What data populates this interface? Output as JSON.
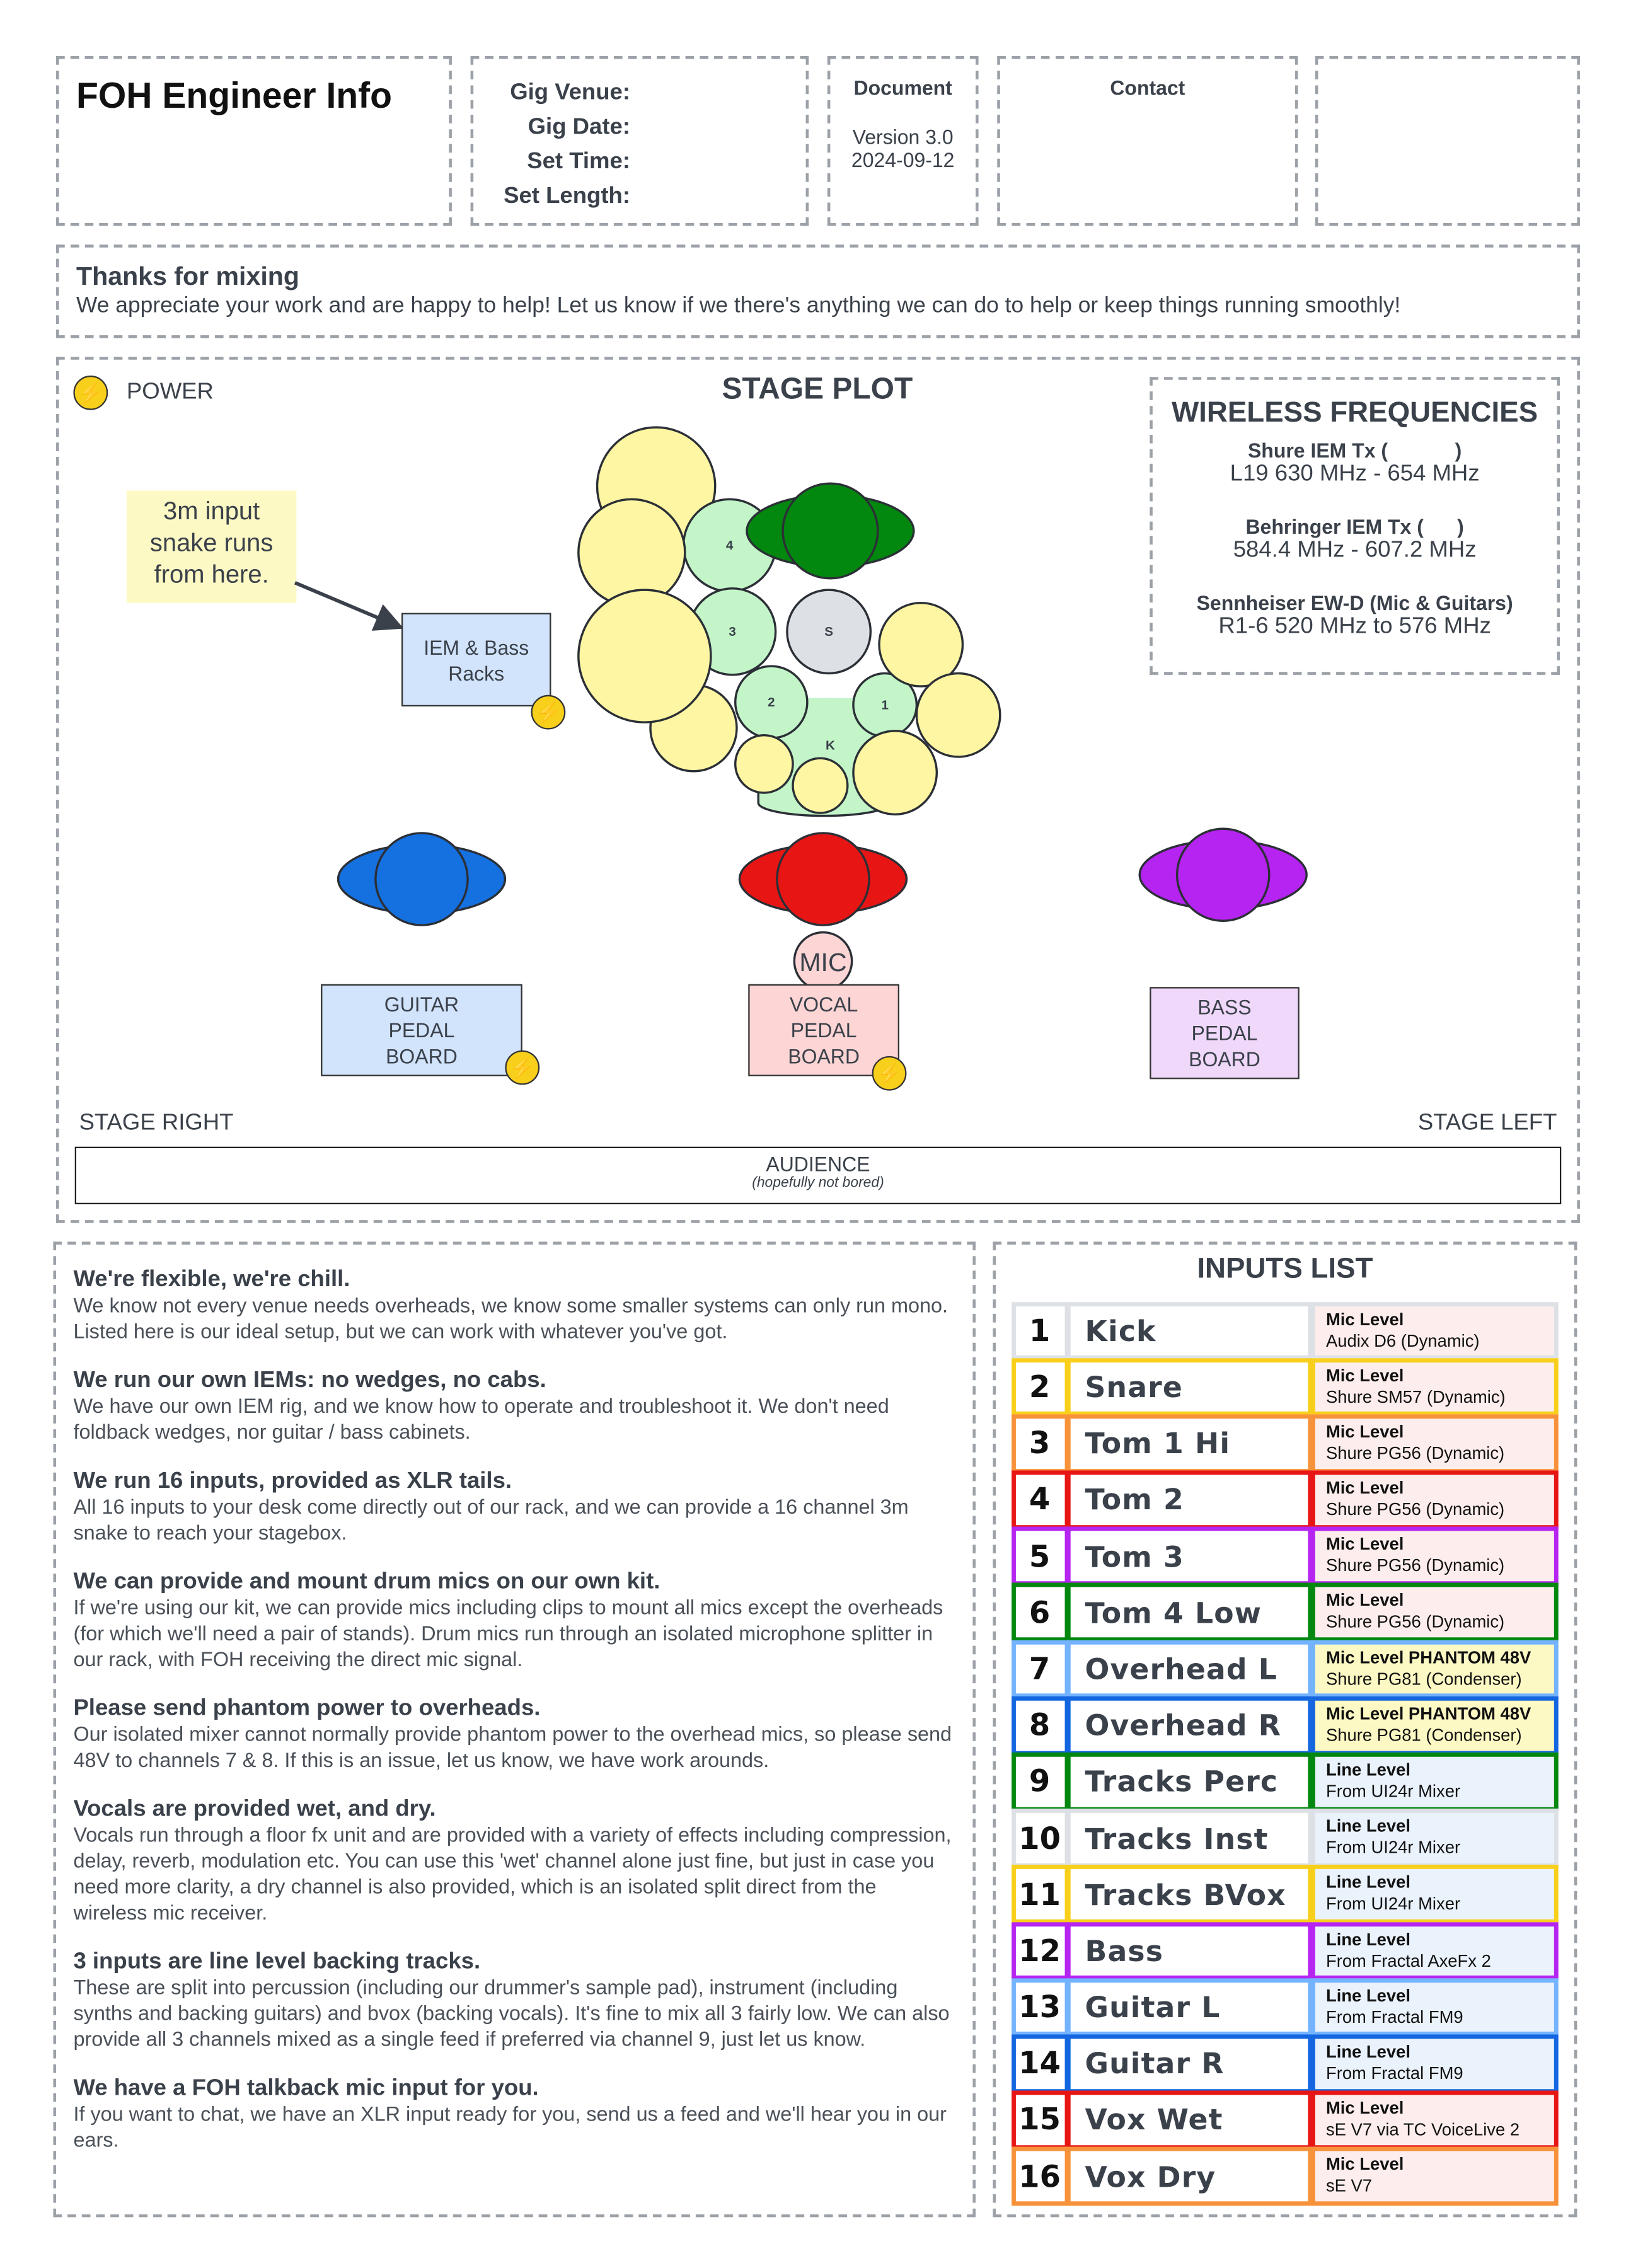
{
  "header": {
    "title": "FOH Engineer Info",
    "gig_labels": [
      "Gig Venue:",
      "Gig Date:",
      "Set Time:",
      "Set Length:"
    ],
    "document_label": "Document",
    "version": "Version 3.0",
    "date": "2024-09-12",
    "contact_label": "Contact"
  },
  "thanks": {
    "title": "Thanks for mixing",
    "body": "We appreciate your work and are happy to help!  Let us know if we there's anything we can do to help or keep things running smoothly!"
  },
  "stage": {
    "power_label": "POWER",
    "title": "STAGE PLOT",
    "note": "3m input snake runs from here.",
    "iem_rack": "IEM & Bass\nRacks",
    "drum_labels": {
      "tom4": "4",
      "tom3": "3",
      "snare": "S",
      "tom2": "2",
      "tom1": "1",
      "kick": "K"
    },
    "mic_label": "MIC",
    "guitar_board": "GUITAR\nPEDAL\nBOARD",
    "vocal_board": "VOCAL\nPEDAL\nBOARD",
    "bass_board": "BASS\nPEDAL\nBOARD",
    "stage_right": "STAGE RIGHT",
    "stage_left": "STAGE LEFT",
    "audience": "AUDIENCE",
    "audience_sub": "(hopefully not bored)",
    "colors": {
      "drummer": "#02870f",
      "guitar": "#1570e0",
      "vocal": "#e81515",
      "bass": "#b524f0"
    }
  },
  "wireless": {
    "title": "WIRELESS FREQUENCIES",
    "items": [
      {
        "name": "Shure IEM Tx (            )",
        "range": "L19 630 MHz - 654 MHz"
      },
      {
        "name": "Behringer IEM Tx (      )",
        "range": "584.4 MHz - 607.2 MHz"
      },
      {
        "name": "Sennheiser EW-D (Mic & Guitars)",
        "range": "R1-6 520 MHz to 576 MHz"
      }
    ]
  },
  "notes": [
    {
      "title": "We're flexible, we're chill.",
      "body": "We know not every venue needs overheads, we know some smaller systems can only run mono. Listed here is our ideal setup, but we can work with whatever you've got."
    },
    {
      "title": "We run our own IEMs: no wedges, no cabs.",
      "body": "We have our own IEM rig, and we know how to operate and troubleshoot it. We don't need foldback wedges, nor guitar / bass cabinets."
    },
    {
      "title": "We run 16 inputs, provided as XLR tails.",
      "body": "All 16 inputs to your desk come directly out of our rack, and we can provide a 16 channel 3m snake to reach your stagebox."
    },
    {
      "title": "We can provide and mount drum mics on our own kit.",
      "body": "If we're using our kit, we can provide mics including clips to mount all mics except the overheads (for which we'll need a pair of stands). Drum mics run through an isolated microphone splitter in our rack, with FOH receiving the direct mic signal."
    },
    {
      "title": "Please send phantom power to overheads.",
      "body": "Our isolated mixer cannot normally provide phantom power to the overhead mics, so please send 48V to channels 7 & 8.  If this is an issue, let us know, we have work arounds."
    },
    {
      "title": "Vocals are provided wet, and dry.",
      "body": "Vocals run through a floor fx unit and are provided with a variety of effects including compression, delay, reverb, modulation etc. You can use this 'wet' channel alone just fine, but just in case you need more clarity, a dry channel is also provided, which is an isolated split direct from the wireless mic receiver."
    },
    {
      "title": "3 inputs are line level backing tracks.",
      "body": "These are split into percussion (including our drummer's sample pad), instrument (including synths and backing guitars) and bvox (backing vocals). It's fine to mix all 3 fairly low.  We can also provide all 3 channels mixed as a single feed if preferred via channel 9, just let us know."
    },
    {
      "title": "We have a FOH talkback mic input for you.",
      "body": "If you want to chat, we have an XLR input ready for you, send us a feed and we'll hear you in our ears."
    }
  ],
  "inputs": {
    "title": "INPUTS LIST",
    "rows": [
      {
        "num": "1",
        "name": "Kick",
        "level": "Mic Level",
        "source": "Audix D6 (Dynamic)",
        "color": "#dde1e6",
        "bg": "#fdeeed"
      },
      {
        "num": "2",
        "name": "Snare",
        "level": "Mic Level",
        "source": "Shure SM57 (Dynamic)",
        "color": "#f8cf1a",
        "bg": "#fdeeed"
      },
      {
        "num": "3",
        "name": "Tom 1 Hi",
        "level": "Mic Level",
        "source": "Shure PG56 (Dynamic)",
        "color": "#f7923a",
        "bg": "#fdeeed"
      },
      {
        "num": "4",
        "name": "Tom 2",
        "level": "Mic Level",
        "source": "Shure PG56 (Dynamic)",
        "color": "#e81515",
        "bg": "#fdeeed"
      },
      {
        "num": "5",
        "name": "Tom 3",
        "level": "Mic Level",
        "source": "Shure PG56 (Dynamic)",
        "color": "#b524f0",
        "bg": "#fdeeed"
      },
      {
        "num": "6",
        "name": "Tom 4 Low",
        "level": "Mic Level",
        "source": "Shure PG56 (Dynamic)",
        "color": "#02870f",
        "bg": "#fdeeed"
      },
      {
        "num": "7",
        "name": "Overhead L",
        "level": "Mic Level PHANTOM 48V",
        "source": "Shure PG81 (Condenser)",
        "color": "#73b3ff",
        "bg": "#fdf9c4"
      },
      {
        "num": "8",
        "name": "Overhead R",
        "level": "Mic Level PHANTOM 48V",
        "source": "Shure PG81 (Condenser)",
        "color": "#1366e0",
        "bg": "#fdf9c4"
      },
      {
        "num": "9",
        "name": "Tracks Perc",
        "level": "Line Level",
        "source": "From UI24r Mixer",
        "color": "#02870f",
        "bg": "#eaf2fb"
      },
      {
        "num": "10",
        "name": "Tracks Inst",
        "level": "Line Level",
        "source": "From UI24r Mixer",
        "color": "#dde1e6",
        "bg": "#eaf2fb"
      },
      {
        "num": "11",
        "name": "Tracks BVox",
        "level": "Line Level",
        "source": "From UI24r Mixer",
        "color": "#f8cf1a",
        "bg": "#eaf2fb"
      },
      {
        "num": "12",
        "name": "Bass",
        "level": "Line Level",
        "source": "From Fractal AxeFx 2",
        "color": "#b524f0",
        "bg": "#eaf2fb"
      },
      {
        "num": "13",
        "name": "Guitar L",
        "level": "Line Level",
        "source": "From Fractal FM9",
        "color": "#73b3ff",
        "bg": "#eaf2fb"
      },
      {
        "num": "14",
        "name": "Guitar R",
        "level": "Line Level",
        "source": "From Fractal FM9",
        "color": "#1366e0",
        "bg": "#eaf2fb"
      },
      {
        "num": "15",
        "name": "Vox Wet",
        "level": "Mic Level",
        "source": "sE V7 via TC VoiceLive 2",
        "color": "#e81515",
        "bg": "#fdeeed"
      },
      {
        "num": "16",
        "name": "Vox Dry",
        "level": "Mic Level",
        "source": "sE V7",
        "color": "#f7923a",
        "bg": "#fdeeed"
      }
    ]
  }
}
